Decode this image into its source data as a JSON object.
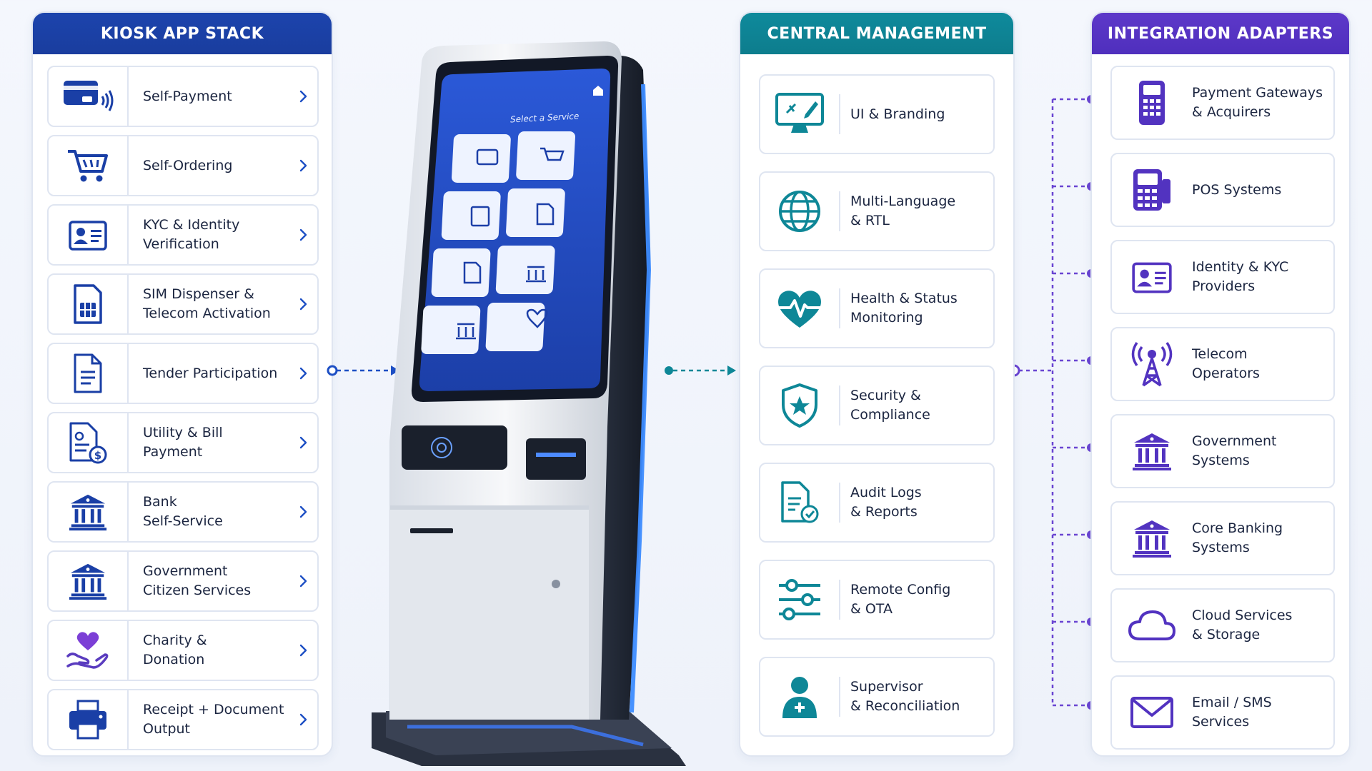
{
  "kiosk_app_stack": {
    "title": "KIOSK APP STACK",
    "items": [
      {
        "label": "Self-Payment",
        "icon": "card-contactless-icon"
      },
      {
        "label": "Self-Ordering",
        "icon": "cart-icon"
      },
      {
        "label": "KYC & Identity\nVerification",
        "icon": "id-card-icon"
      },
      {
        "label": "SIM Dispenser &\nTelecom Activation",
        "icon": "sim-card-icon"
      },
      {
        "label": "Tender Participation",
        "icon": "document-icon"
      },
      {
        "label": "Utility & Bill\nPayment",
        "icon": "bill-icon"
      },
      {
        "label": "Bank\nSelf-Service",
        "icon": "bank-icon"
      },
      {
        "label": "Government\nCitizen Services",
        "icon": "government-icon"
      },
      {
        "label": "Charity &\nDonation",
        "icon": "heart-hand-icon"
      },
      {
        "label": "Receipt + Document\nOutput",
        "icon": "printer-icon"
      }
    ]
  },
  "kiosk": {
    "screen_title": "Select a Service",
    "tiles": [
      "card-icon",
      "cart-icon",
      "calculator-icon",
      "sim-icon",
      "document-icon",
      "bank-icon",
      "government-icon",
      "heart-icon"
    ]
  },
  "central_management": {
    "title": "CENTRAL MANAGEMENT",
    "items": [
      {
        "label": "UI & Branding",
        "icon": "monitor-pen-icon"
      },
      {
        "label": "Multi-Language\n& RTL",
        "icon": "globe-icon"
      },
      {
        "label": "Health & Status\nMonitoring",
        "icon": "heart-pulse-icon"
      },
      {
        "label": "Security &\nCompliance",
        "icon": "shield-icon"
      },
      {
        "label": "Audit Logs\n& Reports",
        "icon": "audit-log-icon"
      },
      {
        "label": "Remote Config\n& OTA",
        "icon": "sliders-icon"
      },
      {
        "label": "Supervisor\n& Reconciliation",
        "icon": "supervisor-icon"
      }
    ]
  },
  "integration_adapters": {
    "title": "INTEGRATION ADAPTERS",
    "items": [
      {
        "label": "Payment Gateways\n& Acquirers",
        "icon": "payment-terminal-icon"
      },
      {
        "label": "POS Systems",
        "icon": "pos-terminal-icon"
      },
      {
        "label": "Identity & KYC\nProviders",
        "icon": "id-card-icon"
      },
      {
        "label": "Telecom\nOperators",
        "icon": "antenna-icon"
      },
      {
        "label": "Government\nSystems",
        "icon": "government-icon"
      },
      {
        "label": "Core Banking\nSystems",
        "icon": "bank-icon"
      },
      {
        "label": "Cloud Services\n& Storage",
        "icon": "cloud-icon"
      },
      {
        "label": "Email / SMS\nServices",
        "icon": "envelope-icon"
      }
    ]
  },
  "colors": {
    "blue": "#1a3fa6",
    "teal": "#0e8797",
    "purple": "#5233c0"
  }
}
